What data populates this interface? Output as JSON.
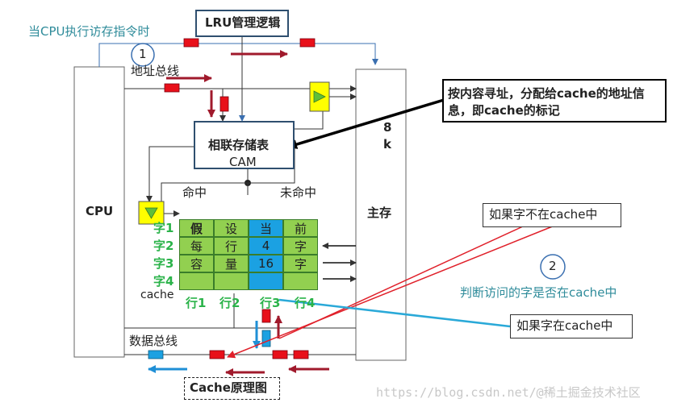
{
  "title_when_cpu": "当CPU执行访存指令时",
  "lru_label": "LRU管理逻辑",
  "step1": "1",
  "step2": "2",
  "address_bus": "地址总线",
  "cpu_label": "CPU",
  "main_memory_label": "主存",
  "size_label_line1": "8",
  "size_label_line2": "k",
  "cam_label_line1": "相联存储表",
  "cam_label_line2": "CAM",
  "hit_label": "命中",
  "miss_label": "未命中",
  "callout_address": "按内容寻址，分配给cache的地址信息，即cache的标记",
  "callout_not_in_cache": "如果字不在cache中",
  "callout_in_cache": "如果字在cache中",
  "judge_text": "判断访问的字是否在cache中",
  "word_labels": [
    "字1",
    "字2",
    "字3",
    "字4"
  ],
  "cache_label": "cache",
  "row_labels": [
    "行1",
    "行2",
    "行3",
    "行4"
  ],
  "cache_grid": [
    [
      "假",
      "设",
      "当",
      "前"
    ],
    [
      "每",
      "行",
      "4",
      "字"
    ],
    [
      "容",
      "量",
      "16",
      "字"
    ],
    [
      "",
      "",
      "",
      ""
    ]
  ],
  "data_bus": "数据总线",
  "caption": "Cache原理图",
  "watermark": "https://blog.csdn.net/@稀土掘金技术社区",
  "colors": {
    "teal_text": "#2e8b9a",
    "green_text": "#2bb34a",
    "cell_green": "#92d050",
    "cell_blue": "#1ba1e2",
    "red_block": "#e8101a",
    "arrow_dark_red": "#a01a2c",
    "cyan_line": "#2aa9d8",
    "blue_arrow": "#1f8fd6",
    "red_line": "#e0202a",
    "yellow_box": "#ffff00",
    "triangle": "#5fbf3a"
  }
}
